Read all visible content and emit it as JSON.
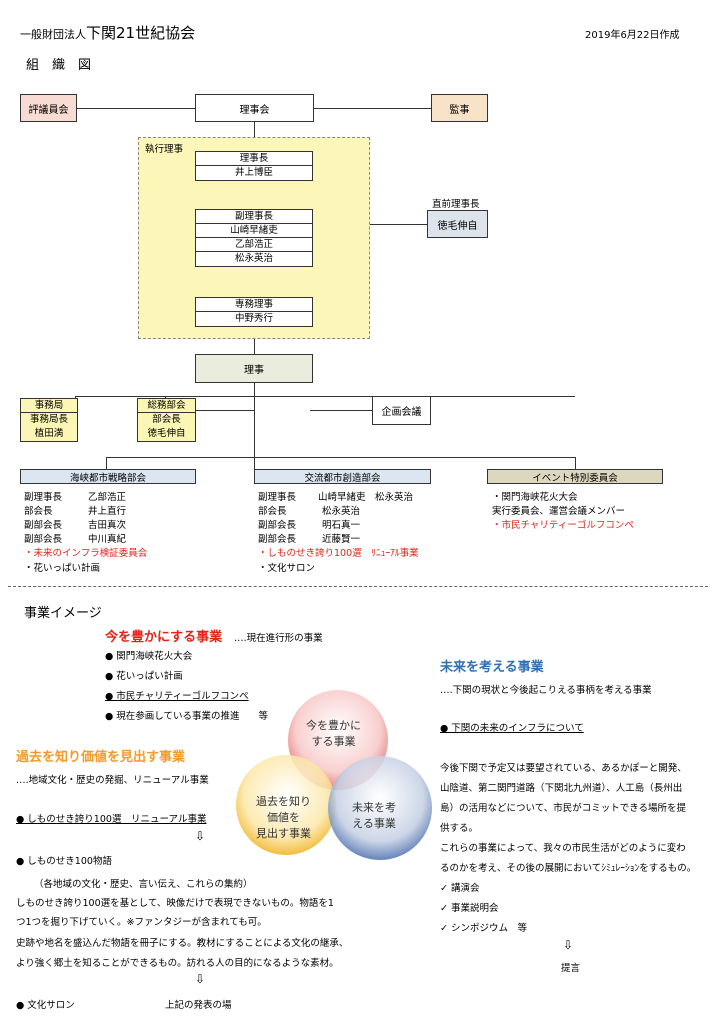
{
  "header": {
    "org_prefix": "一般財団法人",
    "org_name": "下関21世紀協会",
    "date": "2019年6月22日作成",
    "chart_title": "組　織　図"
  },
  "top": {
    "hyogiin": "評議員会",
    "rijikai": "理事会",
    "kanji": "監事"
  },
  "executive": {
    "label": "執行理事",
    "chair_title": "理事長",
    "chair_name": "井上博臣",
    "vice_title": "副理事長",
    "vice_names": [
      "山崎早緒吏",
      "乙部浩正",
      "松永英治"
    ],
    "senmu_title": "専務理事",
    "senmu_name": "中野秀行"
  },
  "prior": {
    "label": "直前理事長",
    "name": "徳毛伸自"
  },
  "riji": "理事",
  "jimukyoku": {
    "title": "事務局",
    "role": "事務局長",
    "name": "植田満"
  },
  "somu": {
    "title": "総務部会",
    "role": "部会長",
    "name": "徳毛伸自"
  },
  "kikaku": "企画会議",
  "divisions": [
    {
      "title": "海峡都市戦略部会",
      "members": [
        {
          "role": "副理事長",
          "name": "乙部浩正"
        },
        {
          "role": "部会長",
          "name": "井上直行"
        },
        {
          "role": "副部会長",
          "name": "吉田真次"
        },
        {
          "role": "副部会長",
          "name": "中川真紀"
        }
      ],
      "notes": [
        "・未来のインフラ検証委員会",
        "・花いっぱい計画"
      ]
    },
    {
      "title": "交流都市創造部会",
      "members": [
        {
          "role": "副理事長",
          "name": "山崎早緒吏　松永英治"
        },
        {
          "role": "部会長",
          "name": "松永英治"
        },
        {
          "role": "副部会長",
          "name": "明石真一"
        },
        {
          "role": "副部会長",
          "name": "近藤賢一"
        }
      ],
      "notes": [
        "・しものせき誇り100選　ﾘﾆｭｰｱﾙ事業",
        "・文化サロン"
      ]
    },
    {
      "title": "イベント特別委員会",
      "notes": [
        "・関門海峡花火大会",
        "実行委員会、運営会議メンバー",
        "・市民チャリティーゴルフコンペ"
      ]
    }
  ],
  "image": {
    "heading": "事業イメージ",
    "now": {
      "title": "今を豊かにする事業",
      "sub": "‥‥現在進行形の事業",
      "items": [
        "● 関門海峡花火大会",
        "● 花いっぱい計画",
        "● 市民チャリティーゴルフコンペ",
        "● 現在参画している事業の推進　　等"
      ]
    },
    "past": {
      "title": "過去を知り価値を見出す事業",
      "sub": "‥‥地域文化・歴史の発掘、リニューアル事業",
      "item1": "● しものせき誇り100選　リニューアル事業",
      "arrow": "⇩",
      "item2": "● しものせき100物語",
      "item2_sub": "（各地域の文化・歴史、言い伝え、これらの集約）",
      "lines": [
        "しものせき誇り100選を基として、映像だけで表現できないもの。物語を1",
        "つ1つを掘り下げていく。※ファンタジーが含まれても可。",
        "史跡や地名を盛込んだ物語を冊子にする。教材にすることによる文化の継承、",
        "より強く郷土を知ることができるもの。訪れる人の目的になるような素材。"
      ],
      "item3": "● 文化サロン",
      "item3_note": "上記の発表の場"
    },
    "future": {
      "title": "未来を考える事業",
      "sub": "‥‥下関の現状と今後起こりえる事柄を考える事業",
      "item1": "● 下関の未来のインフラについて",
      "lines": [
        "今後下関で予定又は要望されている、あるかぽーと開発、",
        "山陰道、第二関門道路（下関北九州道）、人工島（長州出",
        "島）の活用などについて、市民がコミットできる場所を提",
        "供する。",
        "これらの事業によって、我々の市民生活がどのように変わ",
        "るのかを考え、その後の展開においてｼﾐｭﾚｰｼｮﾝをするもの。"
      ],
      "checks": [
        "✓ 講演会",
        "✓ 事業説明会",
        "✓ シンポジウム　等"
      ],
      "arrow": "⇩",
      "result": "提言"
    },
    "venn": {
      "now": "今を豊かに\nする事業",
      "past": "過去を知り\n価値を\n見出す事業",
      "future": "未来を考\nえる事業"
    }
  },
  "colors": {
    "pink": "#f8dcd3",
    "peach": "#f9e3c8",
    "yellow": "#fbf6b4",
    "exec_bg": "#fcf7b8",
    "riji_bg": "#eaeddd",
    "blue_header": "#dce6f2",
    "tan_header": "#dcd8c0",
    "gray": "#dde3ea"
  }
}
